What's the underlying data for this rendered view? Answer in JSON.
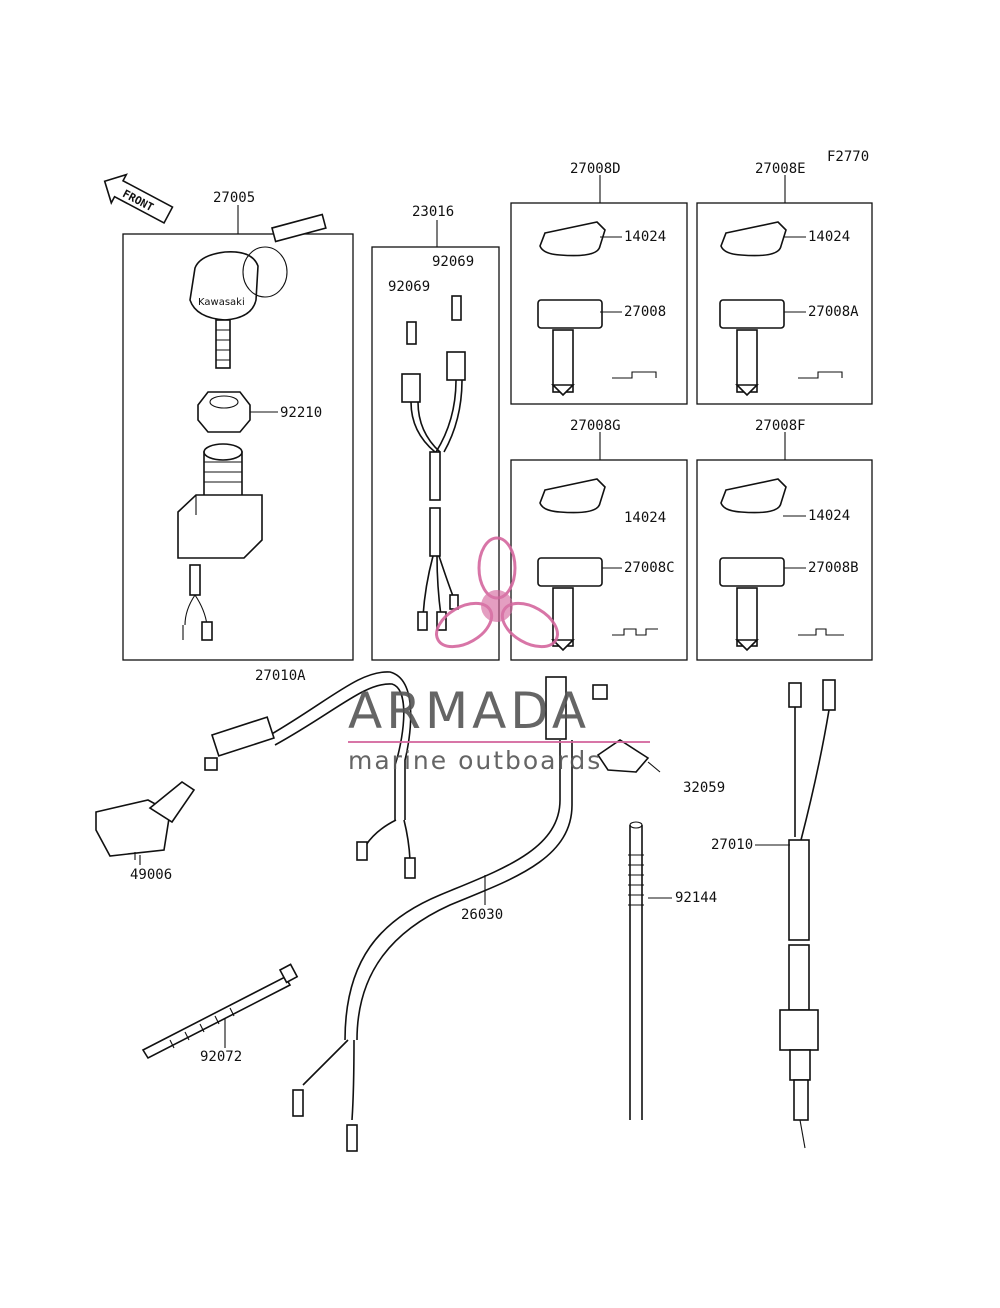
{
  "figure_code": "F2770",
  "front_arrow_label": "FRONT",
  "brand_marking": "Kawasaki",
  "watermark": {
    "title": "ARMADA",
    "subtitle": "marine outboards",
    "color": "#d4679e",
    "title_color": "#555555"
  },
  "groups": {
    "g27005": "27005",
    "g23016": "23016",
    "g27008D": "27008D",
    "g27008E": "27008E",
    "g27008G": "27008G",
    "g27008F": "27008F"
  },
  "parts": {
    "p92210": "92210",
    "p92069a": "92069",
    "p92069b": "92069",
    "p14024a": "14024",
    "p27008": "27008",
    "p14024b": "14024",
    "p27008A": "27008A",
    "p14024c": "14024",
    "p27008C": "27008C",
    "p14024d": "14024",
    "p27008B": "27008B",
    "p27010A": "27010A",
    "p32059": "32059",
    "p27010": "27010",
    "p49006": "49006",
    "p26030": "26030",
    "p92144": "92144",
    "p92072": "92072"
  }
}
